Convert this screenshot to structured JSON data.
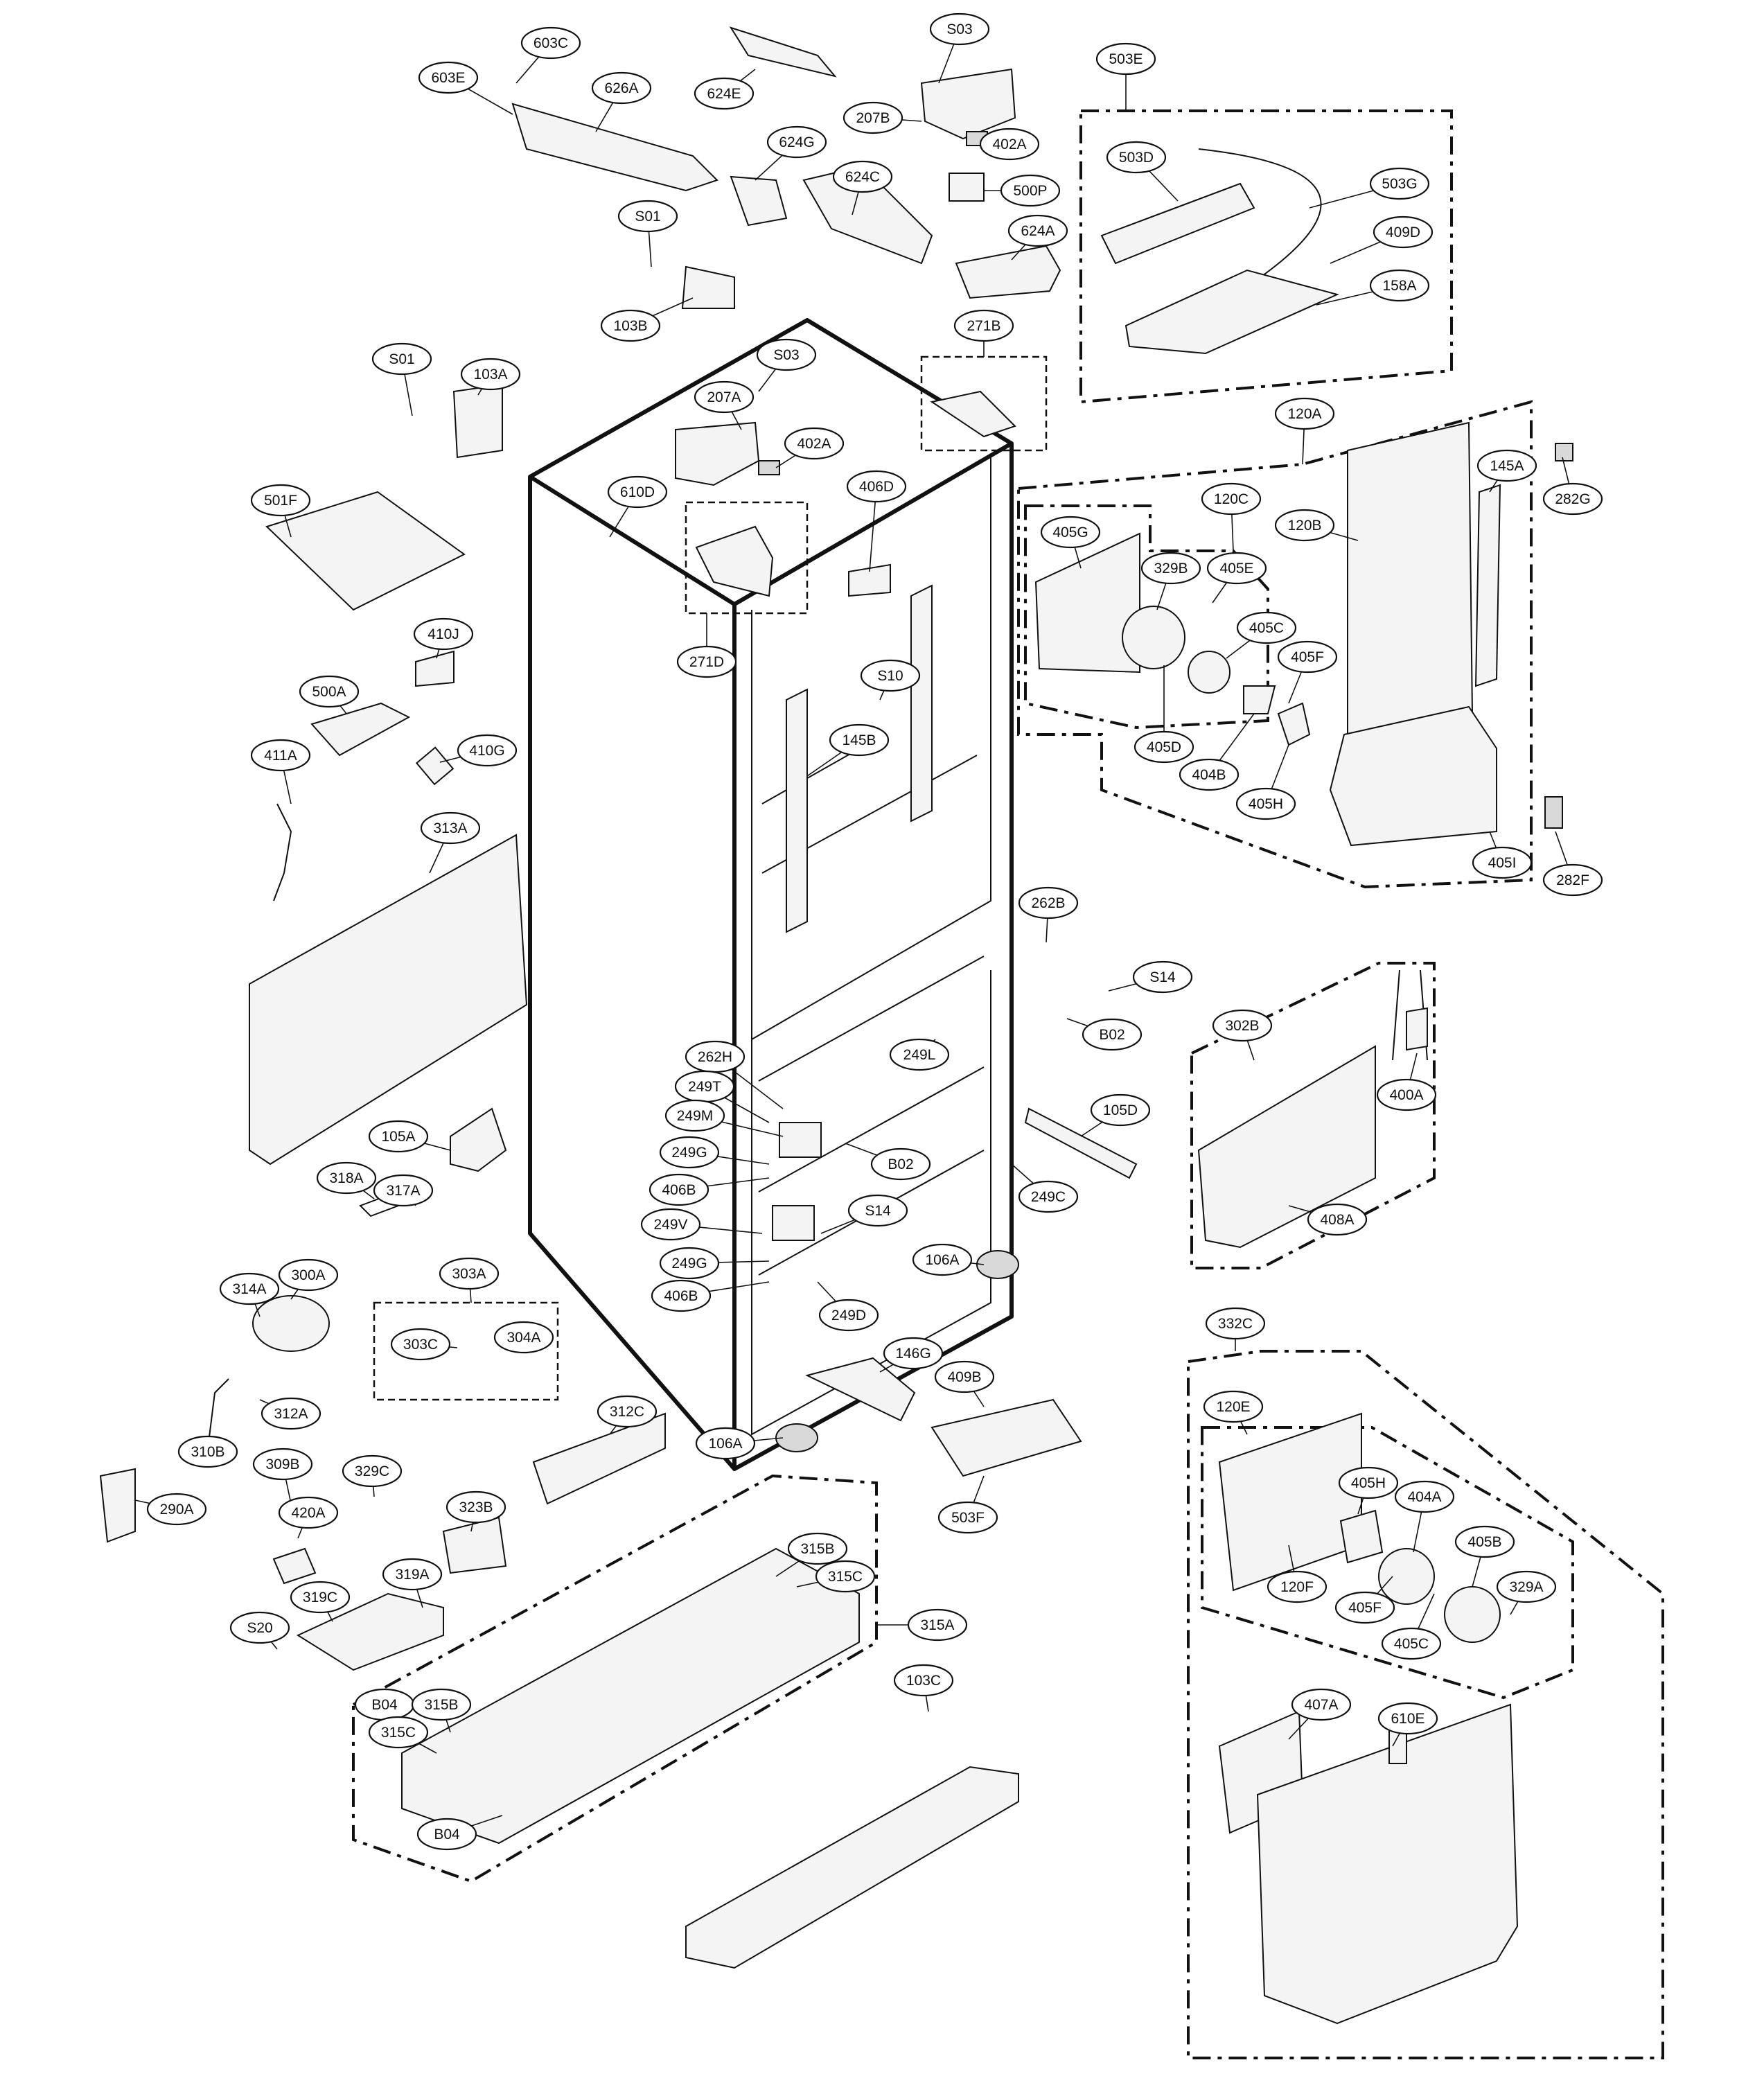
{
  "diagram": {
    "title": "",
    "labels": [
      {
        "id": "603E",
        "text": "603E"
      },
      {
        "id": "603C",
        "text": "603C"
      },
      {
        "id": "626A",
        "text": "626A"
      },
      {
        "id": "624E",
        "text": "624E"
      },
      {
        "id": "S03a",
        "text": "S03"
      },
      {
        "id": "207B",
        "text": "207B"
      },
      {
        "id": "402Aa",
        "text": "402A"
      },
      {
        "id": "503E",
        "text": "503E"
      },
      {
        "id": "624G",
        "text": "624G"
      },
      {
        "id": "624C",
        "text": "624C"
      },
      {
        "id": "500P",
        "text": "500P"
      },
      {
        "id": "503D",
        "text": "503D"
      },
      {
        "id": "503G",
        "text": "503G"
      },
      {
        "id": "S01a",
        "text": "S01"
      },
      {
        "id": "624A",
        "text": "624A"
      },
      {
        "id": "409D",
        "text": "409D"
      },
      {
        "id": "158A",
        "text": "158A"
      },
      {
        "id": "103B",
        "text": "103B"
      },
      {
        "id": "271B",
        "text": "271B"
      },
      {
        "id": "S03b",
        "text": "S03"
      },
      {
        "id": "S01b",
        "text": "S01"
      },
      {
        "id": "103A",
        "text": "103A"
      },
      {
        "id": "207A",
        "text": "207A"
      },
      {
        "id": "402Ab",
        "text": "402A"
      },
      {
        "id": "120A",
        "text": "120A"
      },
      {
        "id": "282G",
        "text": "282G"
      },
      {
        "id": "610D",
        "text": "610D"
      },
      {
        "id": "406D",
        "text": "406D"
      },
      {
        "id": "501F",
        "text": "501F"
      },
      {
        "id": "120C",
        "text": "120C"
      },
      {
        "id": "145A",
        "text": "145A"
      },
      {
        "id": "120B",
        "text": "120B"
      },
      {
        "id": "405G",
        "text": "405G"
      },
      {
        "id": "329Ba",
        "text": "329B"
      },
      {
        "id": "405Ea",
        "text": "405E"
      },
      {
        "id": "410J",
        "text": "410J"
      },
      {
        "id": "271D",
        "text": "271D"
      },
      {
        "id": "405Ca",
        "text": "405C"
      },
      {
        "id": "405Fa",
        "text": "405F"
      },
      {
        "id": "S10",
        "text": "S10"
      },
      {
        "id": "500A",
        "text": "500A"
      },
      {
        "id": "405Da",
        "text": "405D"
      },
      {
        "id": "410G",
        "text": "410G"
      },
      {
        "id": "145B",
        "text": "145B"
      },
      {
        "id": "404Ba",
        "text": "404B"
      },
      {
        "id": "411A",
        "text": "411A"
      },
      {
        "id": "405Ha",
        "text": "405H"
      },
      {
        "id": "313A",
        "text": "313A"
      },
      {
        "id": "405I",
        "text": "405I"
      },
      {
        "id": "282F",
        "text": "282F"
      },
      {
        "id": "262B",
        "text": "262B"
      },
      {
        "id": "S14a",
        "text": "S14"
      },
      {
        "id": "302B",
        "text": "302B"
      },
      {
        "id": "B02a",
        "text": "B02"
      },
      {
        "id": "262H",
        "text": "262H"
      },
      {
        "id": "249L",
        "text": "249L"
      },
      {
        "id": "400A",
        "text": "400A"
      },
      {
        "id": "249T",
        "text": "249T"
      },
      {
        "id": "249M",
        "text": "249M"
      },
      {
        "id": "105D",
        "text": "105D"
      },
      {
        "id": "105A",
        "text": "105A"
      },
      {
        "id": "249Ga",
        "text": "249G"
      },
      {
        "id": "B02b",
        "text": "B02"
      },
      {
        "id": "406Ba",
        "text": "406B"
      },
      {
        "id": "249C",
        "text": "249C"
      },
      {
        "id": "318A",
        "text": "318A"
      },
      {
        "id": "317A",
        "text": "317A"
      },
      {
        "id": "S14b",
        "text": "S14"
      },
      {
        "id": "408A",
        "text": "408A"
      },
      {
        "id": "249V",
        "text": "249V"
      },
      {
        "id": "106Aa",
        "text": "106A"
      },
      {
        "id": "249Gb",
        "text": "249G"
      },
      {
        "id": "303A",
        "text": "303A"
      },
      {
        "id": "406Bb",
        "text": "406B"
      },
      {
        "id": "314A",
        "text": "314A"
      },
      {
        "id": "300A",
        "text": "300A"
      },
      {
        "id": "249D",
        "text": "249D"
      },
      {
        "id": "303C",
        "text": "303C"
      },
      {
        "id": "304A",
        "text": "304A"
      },
      {
        "id": "332C",
        "text": "332C"
      },
      {
        "id": "146G",
        "text": "146G"
      },
      {
        "id": "409B",
        "text": "409B"
      },
      {
        "id": "312A",
        "text": "312A"
      },
      {
        "id": "120E",
        "text": "120E"
      },
      {
        "id": "312C",
        "text": "312C"
      },
      {
        "id": "106Ab",
        "text": "106A"
      },
      {
        "id": "310B",
        "text": "310B"
      },
      {
        "id": "309B",
        "text": "309B"
      },
      {
        "id": "329Ca",
        "text": "329C"
      },
      {
        "id": "405Hb",
        "text": "405H"
      },
      {
        "id": "503F",
        "text": "503F"
      },
      {
        "id": "323B",
        "text": "323B"
      },
      {
        "id": "290A",
        "text": "290A"
      },
      {
        "id": "404A",
        "text": "404A"
      },
      {
        "id": "420A",
        "text": "420A"
      },
      {
        "id": "405B",
        "text": "405B"
      },
      {
        "id": "315Ba",
        "text": "315B"
      },
      {
        "id": "329A",
        "text": "329A"
      },
      {
        "id": "120F",
        "text": "120F"
      },
      {
        "id": "319A",
        "text": "319A"
      },
      {
        "id": "315Ca",
        "text": "315C"
      },
      {
        "id": "405Fb",
        "text": "405F"
      },
      {
        "id": "319C",
        "text": "319C"
      },
      {
        "id": "405Cb",
        "text": "405C"
      },
      {
        "id": "315A",
        "text": "315A"
      },
      {
        "id": "S20",
        "text": "S20"
      },
      {
        "id": "103C",
        "text": "103C"
      },
      {
        "id": "B04a",
        "text": "B04"
      },
      {
        "id": "315Bb",
        "text": "315B"
      },
      {
        "id": "407A",
        "text": "407A"
      },
      {
        "id": "610E",
        "text": "610E"
      },
      {
        "id": "315Cb",
        "text": "315C"
      },
      {
        "id": "B04b",
        "text": "B04"
      }
    ]
  }
}
